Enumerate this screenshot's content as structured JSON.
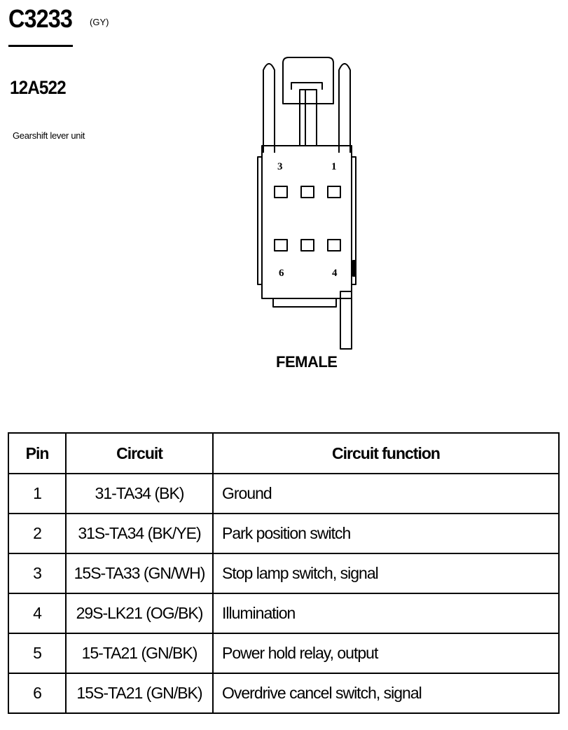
{
  "header": {
    "connector_id": "C3233",
    "color_code": "(GY)",
    "part_number": "12A522",
    "description": "Gearshift lever unit"
  },
  "connector_view": {
    "pin_labels": {
      "top_left": "3",
      "top_right": "1",
      "bottom_left": "6",
      "bottom_right": "4"
    },
    "gender": "FEMALE"
  },
  "pin_table": {
    "columns": [
      "Pin",
      "Circuit",
      "Circuit function"
    ],
    "rows": [
      {
        "pin": "1",
        "circuit": "31-TA34 (BK)",
        "function": "Ground"
      },
      {
        "pin": "2",
        "circuit": "31S-TA34 (BK/YE)",
        "function": "Park position switch"
      },
      {
        "pin": "3",
        "circuit": "15S-TA33 (GN/WH)",
        "function": "Stop lamp switch, signal"
      },
      {
        "pin": "4",
        "circuit": "29S-LK21 (OG/BK)",
        "function": "Illumination"
      },
      {
        "pin": "5",
        "circuit": "15-TA21 (GN/BK)",
        "function": "Power hold relay, output"
      },
      {
        "pin": "6",
        "circuit": "15S-TA21 (GN/BK)",
        "function": "Overdrive cancel switch, signal"
      }
    ]
  }
}
